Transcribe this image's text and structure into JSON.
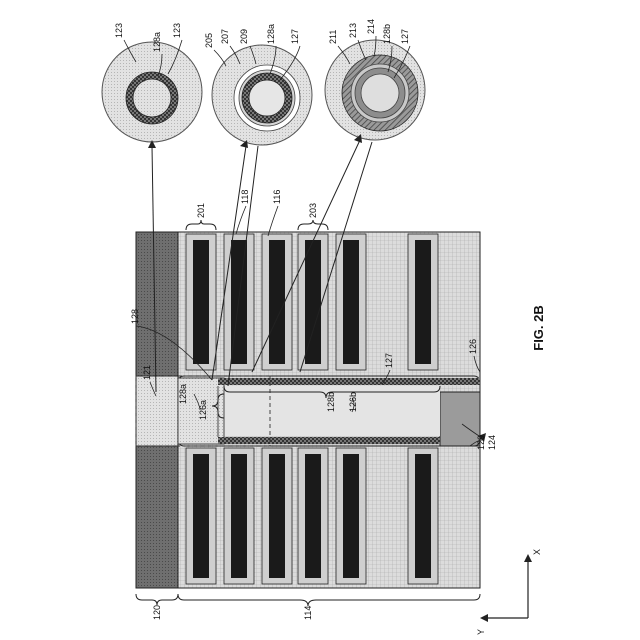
{
  "figure": {
    "caption": "FIG. 2B"
  },
  "axes": {
    "x_label": "X",
    "y_label": "Y"
  },
  "labels": {
    "n114": "114",
    "n116": "116",
    "n118": "118",
    "n120": "120",
    "n121": "121",
    "n123a": "123",
    "n123b": "123",
    "n124": "124",
    "n126": "126",
    "n126a": "126a",
    "n126b": "126b",
    "n127a": "127",
    "n127b": "127",
    "n127c": "127",
    "n128": "128",
    "n128a1": "128a",
    "n128a2": "128a",
    "n128a3": "128a",
    "n128b1": "128b",
    "n128b2": "128b",
    "n129": "129",
    "n201": "201",
    "n203": "203",
    "n205": "205",
    "n207": "207",
    "n209": "209",
    "n211": "211",
    "n213": "213",
    "n214": "214"
  },
  "colors": {
    "dark_substrate": "#6b6b6b",
    "light_fill": "#d9d9d9",
    "medium_fill": "#a8a8a8",
    "electrode": "#1a1a1a",
    "outline": "#222222"
  }
}
